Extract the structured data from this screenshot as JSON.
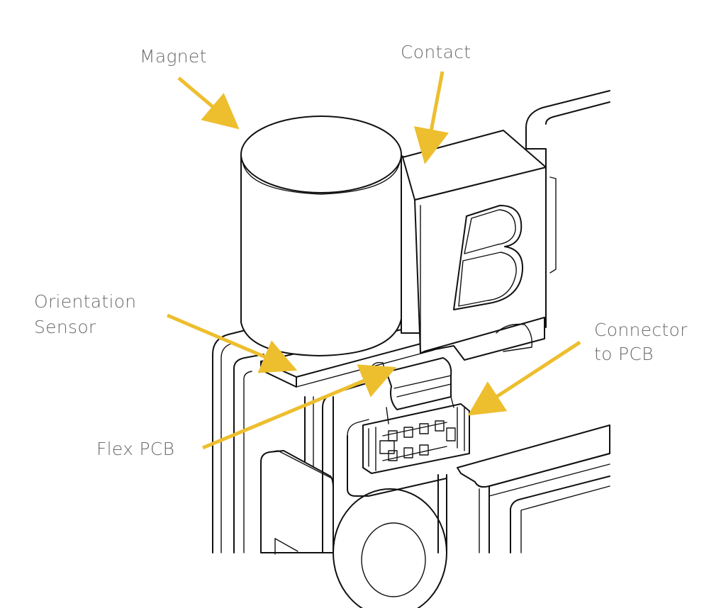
{
  "figure": {
    "title": "Magnet, contact, orientation sensor and flex PCB assembly",
    "arrow_color": "#EDBE2E",
    "label_color": "#6b6b6b",
    "line_color": "#111111",
    "contact_letter": "B"
  },
  "labels": {
    "magnet": "Magnet",
    "contact": "Contact",
    "orientation_sensor_line1": "Orientation",
    "orientation_sensor_line2": "Sensor",
    "connector_line1": "Connector",
    "connector_line2": "to PCB",
    "flex_pcb": "Flex PCB"
  }
}
